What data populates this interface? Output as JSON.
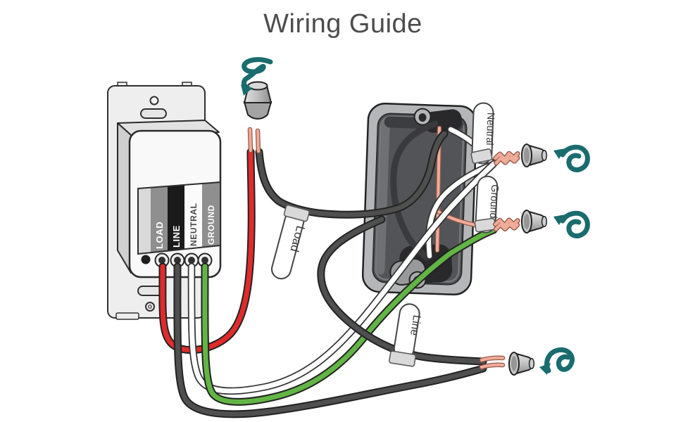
{
  "title": "Wiring Guide",
  "colors": {
    "title": "#4d4d4d",
    "teal": "#1a6c6e",
    "red_wire": "#e02b2b",
    "green_wire": "#62b545",
    "black_wire": "#4f4f4f",
    "white_wire": "#ffffff",
    "copper": "#efac98",
    "copper_outline": "#96584a",
    "wire_outline": "#222222"
  },
  "switch": {
    "terminal_labels": [
      "LOAD",
      "LINE",
      "NEUTRAL",
      "GROUND"
    ]
  },
  "wire_tags": {
    "load": "Load",
    "neutral": "Neutral",
    "ground": "Ground",
    "line": "Line"
  },
  "icons": {
    "twist": "twist-arrow-icon",
    "wire_nut": "wire-nut"
  },
  "wires": [
    {
      "name": "load",
      "color_name": "red"
    },
    {
      "name": "line",
      "color_name": "black"
    },
    {
      "name": "neutral",
      "color_name": "white"
    },
    {
      "name": "ground",
      "color_name": "green"
    },
    {
      "name": "bare-ground",
      "color_name": "copper"
    }
  ]
}
